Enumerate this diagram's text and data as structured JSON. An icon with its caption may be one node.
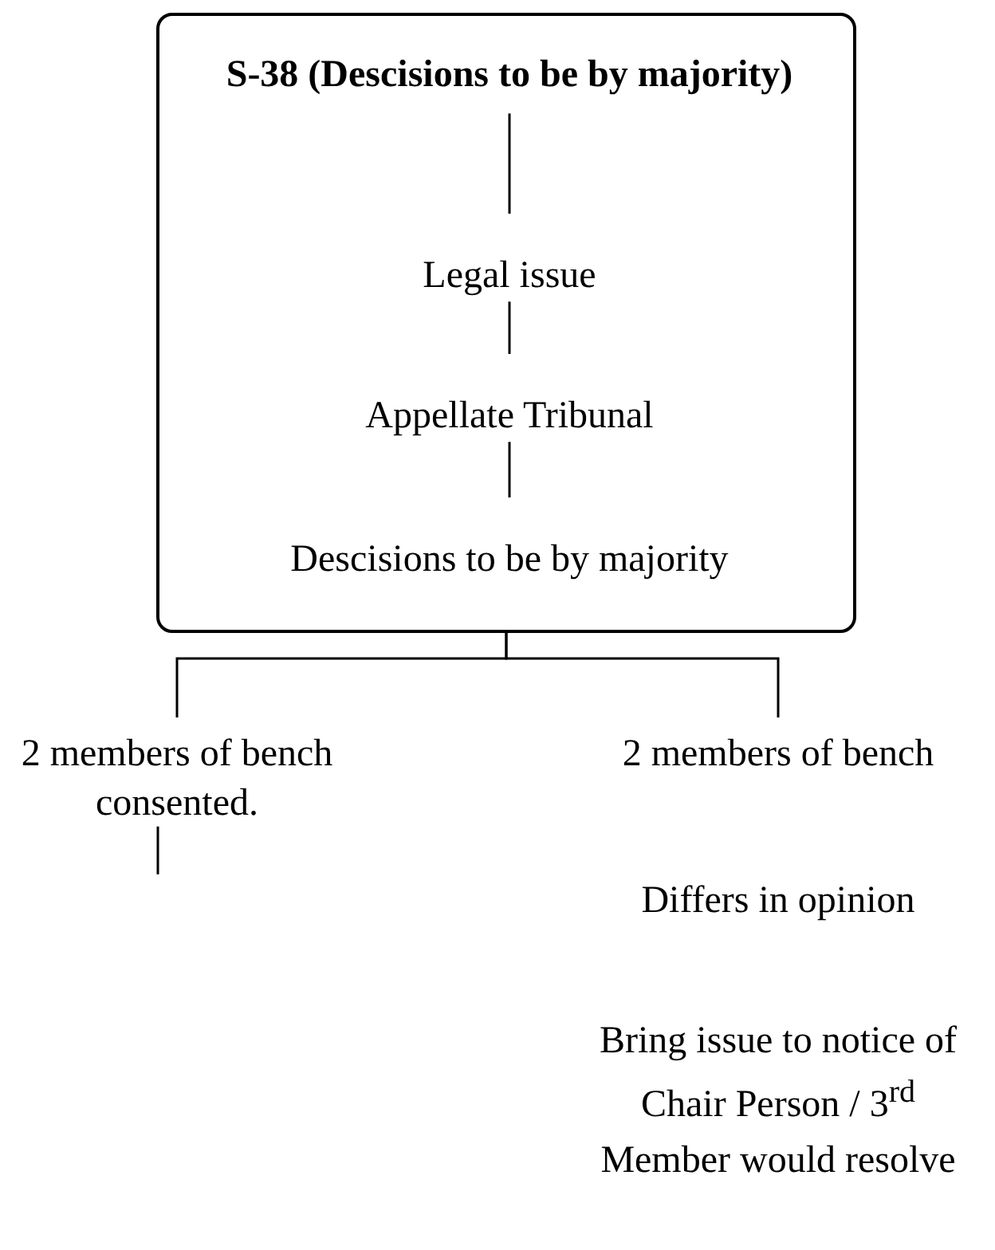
{
  "diagram": {
    "nodes": [
      {
        "text": [],
        "shape": "box"
      },
      {
        "text": [
          "S-38 (Descisions to be by majority)"
        ],
        "in": 0
      },
      {
        "text": [
          "Legal issue"
        ],
        "in": 0
      },
      {
        "text": [
          "Appellate Tribunal"
        ],
        "in": 0
      },
      {
        "text": [
          "Descisions to be by majority"
        ],
        "in": 0
      },
      {
        "text": [
          "2 members of bench consented."
        ]
      },
      {
        "text": [
          "2 members of bench"
        ]
      }
    ],
    "edges": [
      {
        "from": 1,
        "to": 2,
        "arrow": "none"
      },
      {
        "from": 2,
        "to": 3,
        "arrow": "none"
      },
      {
        "from": 3,
        "to": 4,
        "arrow": "none"
      },
      {
        "from": 0,
        "to": 5,
        "arrow": "none"
      },
      {
        "from": 0,
        "to": 6,
        "arrow": "none"
      },
      {
        "from": 5,
        "to": null,
        "arrow": "none"
      }
    ],
    "labels": [
      "Differs in opinion",
      "Bring issue to notice of Chair Person / 3$^{rd}$ Member would resolve"
    ]
  }
}
